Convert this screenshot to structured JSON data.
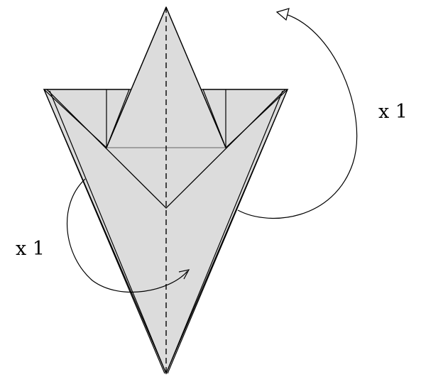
{
  "diagram": {
    "colors": {
      "paper_fill": "#dcdcdc",
      "line": "#000000",
      "background": "#ffffff"
    },
    "annotations": {
      "right_turn": {
        "text": "x 1",
        "icon": "curved-arrow-rotate-icon"
      },
      "left_turn": {
        "text": "x 1",
        "icon": "curved-arrow-rotate-icon"
      }
    },
    "center_fold": {
      "style": "dashed",
      "icon": "valley-fold-line"
    }
  }
}
